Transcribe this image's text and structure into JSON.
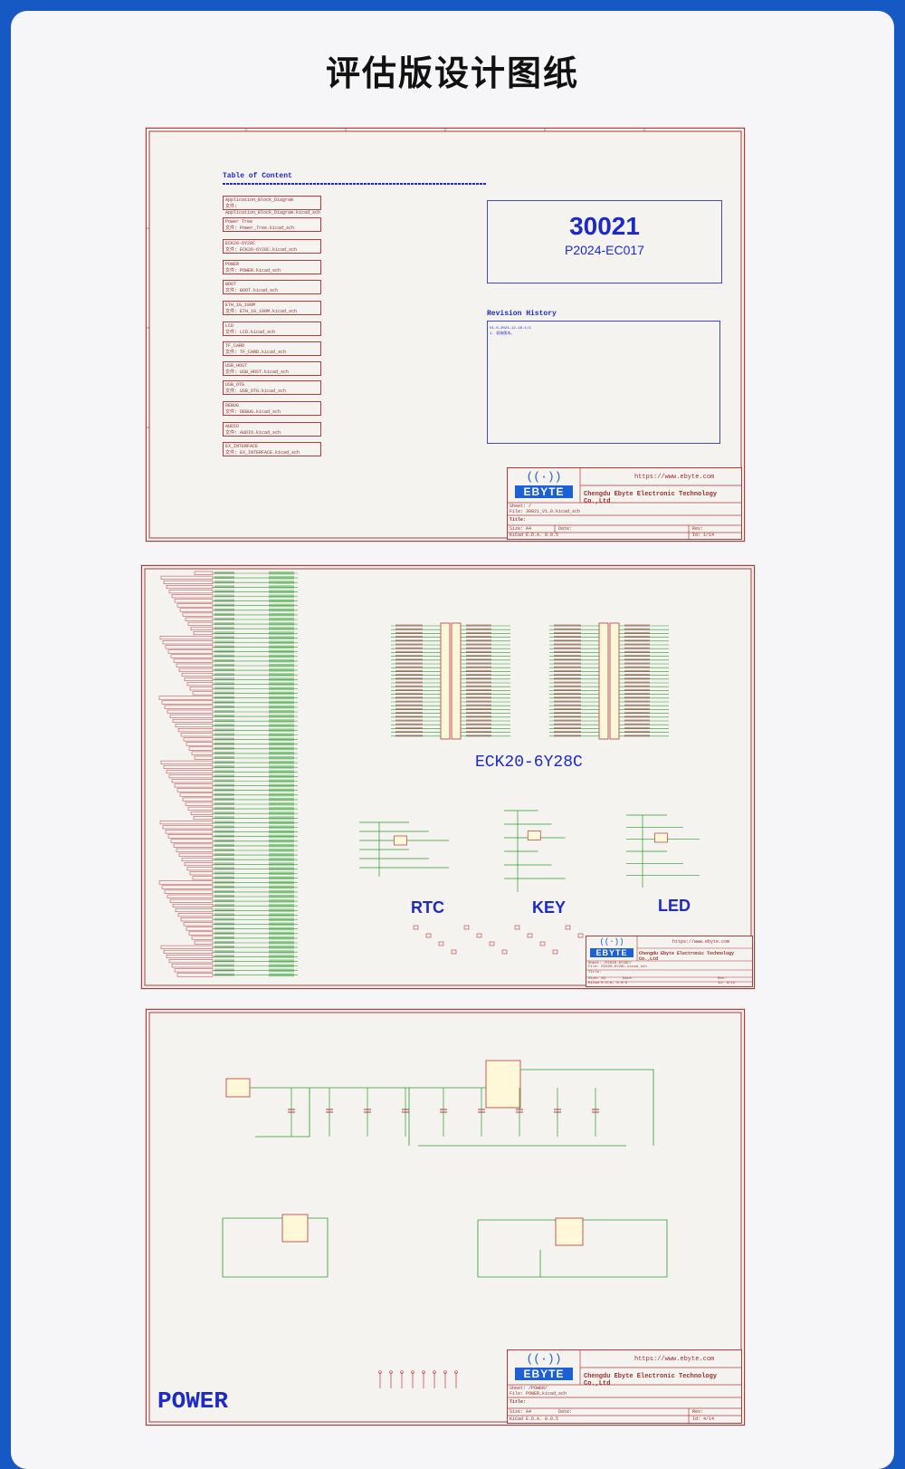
{
  "page_title": "评估版设计图纸",
  "sheet1": {
    "toc_title": "Table of Content",
    "toc_items": [
      {
        "name": "Application_Block_Diagram",
        "file": "文件: Application_Block_Diagram.kicad_sch"
      },
      {
        "name": "Power Tree",
        "file": "文件: Power_Tree.kicad_sch"
      },
      {
        "name": "ECK20-6Y28C",
        "file": "文件: ECK20-6Y28C.kicad_sch"
      },
      {
        "name": "POWER",
        "file": "文件: POWER.kicad_sch"
      },
      {
        "name": "BOOT",
        "file": "文件: BOOT.kicad_sch"
      },
      {
        "name": "ETH_1G_100M",
        "file": "文件: ETH_1G_100M.kicad_sch"
      },
      {
        "name": "LCD",
        "file": "文件: LCD.kicad_sch"
      },
      {
        "name": "TF_CARD",
        "file": "文件: TF_CARD.kicad_sch"
      },
      {
        "name": "USB_HOST",
        "file": "文件: USB_HOST.kicad_sch"
      },
      {
        "name": "USB_OTG",
        "file": "文件: USB_OTG.kicad_sch"
      },
      {
        "name": "DEBUG",
        "file": "文件: DEBUG.kicad_sch"
      },
      {
        "name": "AUDIO",
        "file": "文件: AUDIO.kicad_sch"
      },
      {
        "name": "EX_INTERFACE",
        "file": "文件: EX_INTERFACE.kicad_sch"
      }
    ],
    "project_number": "30021",
    "project_code": "P2024-EC017",
    "revision_title": "Revision History",
    "revision_line1": "V1.0-2024-12-18-1/2",
    "revision_line2": "1. 初始版本。",
    "title_block": {
      "url": "https://www.ebyte.com",
      "company": "Chengdu Ebyte Electronic Technology Co.,Ltd",
      "logo": "EBYTE",
      "sheet": "Sheet: /",
      "file": "File: 30021_V1.0.kicad_sch",
      "title_label": "Title:",
      "size": "Size: A4",
      "date": "Date:",
      "rev": "Rev:",
      "kicad": "KiCad E.D.A. 8.0.5",
      "id": "Id: 1/14"
    }
  },
  "sheet2": {
    "module_label": "ECK20-6Y28C",
    "rtc_label": "RTC",
    "key_label": "KEY",
    "led_label": "LED",
    "title_block": {
      "url": "https://www.ebyte.com",
      "company": "Chengdu Ebyte Electronic Technology Co.,Ltd",
      "logo": "EBYTE",
      "sheet": "Sheet: /ECK20-6Y28C/",
      "file": "File: ECK20-6Y28C.kicad_sch",
      "title_label": "Title:",
      "size": "Size: A3",
      "date": "Date:",
      "rev": "Rev:",
      "kicad": "KiCad E.D.A. 8.0.5",
      "id": "Id: 3/14"
    }
  },
  "sheet3": {
    "power_label": "POWER",
    "title_block": {
      "url": "https://www.ebyte.com",
      "company": "Chengdu Ebyte Electronic Technology Co.,Ltd",
      "logo": "EBYTE",
      "sheet": "Sheet: /POWER/",
      "file": "File: POWER.kicad_sch",
      "title_label": "Title:",
      "size": "Size: A4",
      "date": "Date:",
      "rev": "Rev:",
      "kicad": "KiCad E.D.A. 8.0.5",
      "id": "Id: 4/14"
    }
  }
}
